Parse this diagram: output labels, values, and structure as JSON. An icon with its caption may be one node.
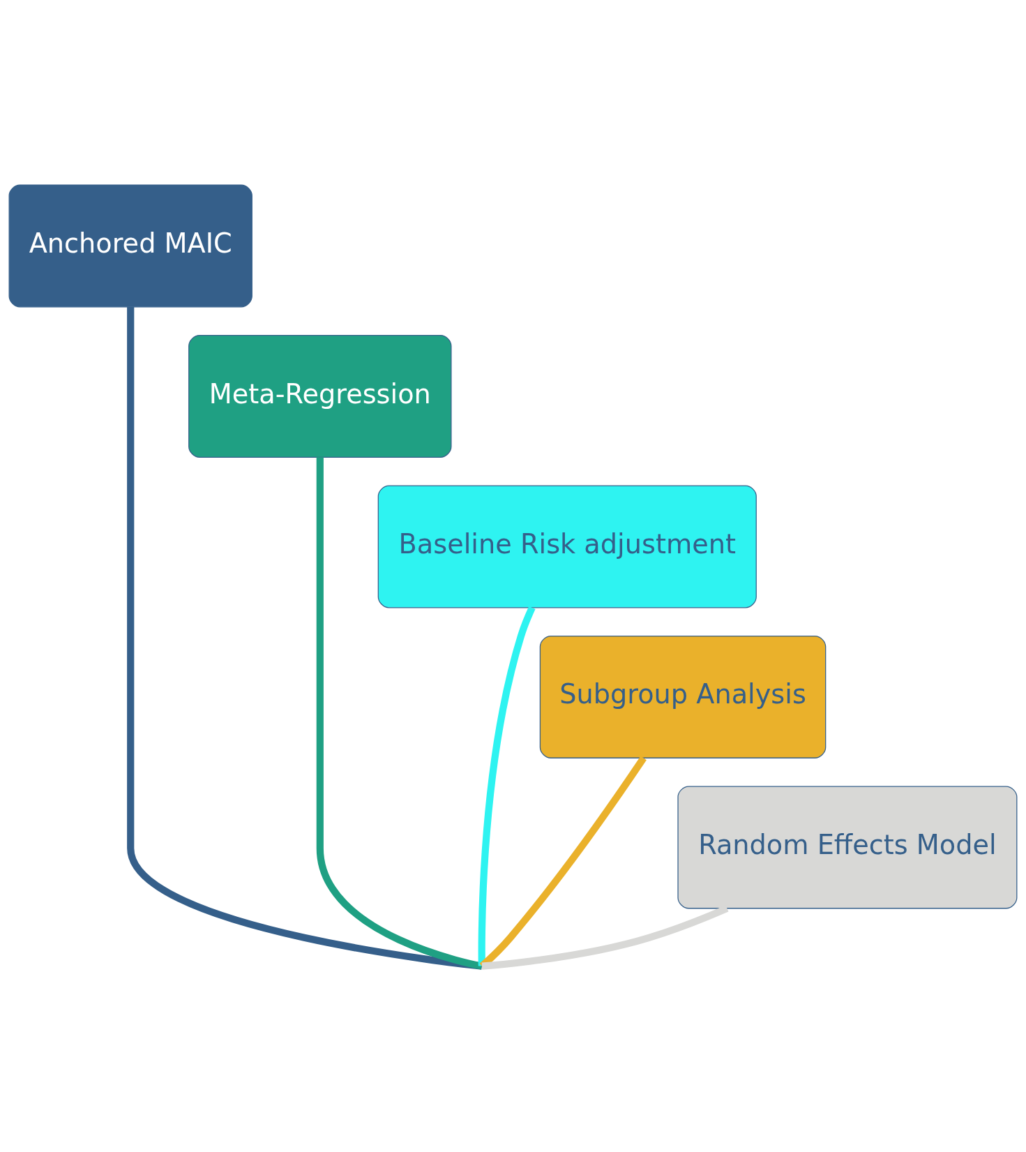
{
  "diagram": {
    "nodes": [
      {
        "text": [
          "Anchored MAIC"
        ]
      },
      {
        "text": [
          "Meta-Regression"
        ]
      },
      {
        "text": [
          "Baseline Risk adjustment"
        ]
      },
      {
        "text": [
          "Subgroup Analysis"
        ]
      },
      {
        "text": [
          "Random Effects Model"
        ]
      }
    ],
    "edges": [
      {
        "from": 0,
        "to": null,
        "arrow": "none",
        "color": "#355f8a"
      },
      {
        "from": 1,
        "to": null,
        "arrow": "none",
        "color": "#1fa083"
      },
      {
        "from": 2,
        "to": null,
        "arrow": "none",
        "color": "#2ef3f1"
      },
      {
        "from": 3,
        "to": null,
        "arrow": "none",
        "color": "#eab12b"
      },
      {
        "from": 4,
        "to": null,
        "arrow": "none",
        "color": "#d8d8d6"
      }
    ]
  }
}
